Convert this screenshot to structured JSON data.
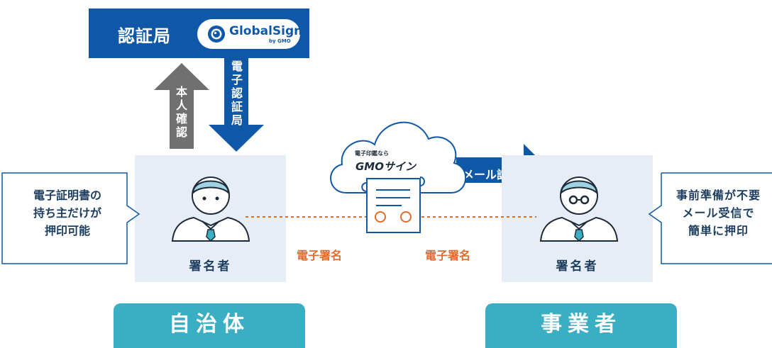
{
  "certificate_authority": {
    "label": "認証局",
    "logo_name": "GlobalSign",
    "logo_byline": "by GMO",
    "brand_color": "#0f58a8"
  },
  "arrows": {
    "identity_verification": "本人確認",
    "electronic_ca": "電子認証局",
    "email_auth": "メール認証"
  },
  "cloud": {
    "small_text": "電子印鑑なら",
    "brand": "GMOサイン"
  },
  "left": {
    "signer_label": "署名者",
    "bubble_lines": [
      "電子証明書の",
      "持ち主だけが",
      "押印可能"
    ],
    "entity": "自治体"
  },
  "right": {
    "signer_label": "署名者",
    "bubble_lines": [
      "事前準備が不要",
      "メール受信で",
      "簡単に押印"
    ],
    "entity": "事業者"
  },
  "signature_labels": {
    "left": "電子署名",
    "right": "電子署名"
  },
  "colors": {
    "panel": "#e6edf6",
    "entity": "#3aaec3",
    "signature_line": "#e06b2c",
    "gray_arrow": "#707070"
  }
}
